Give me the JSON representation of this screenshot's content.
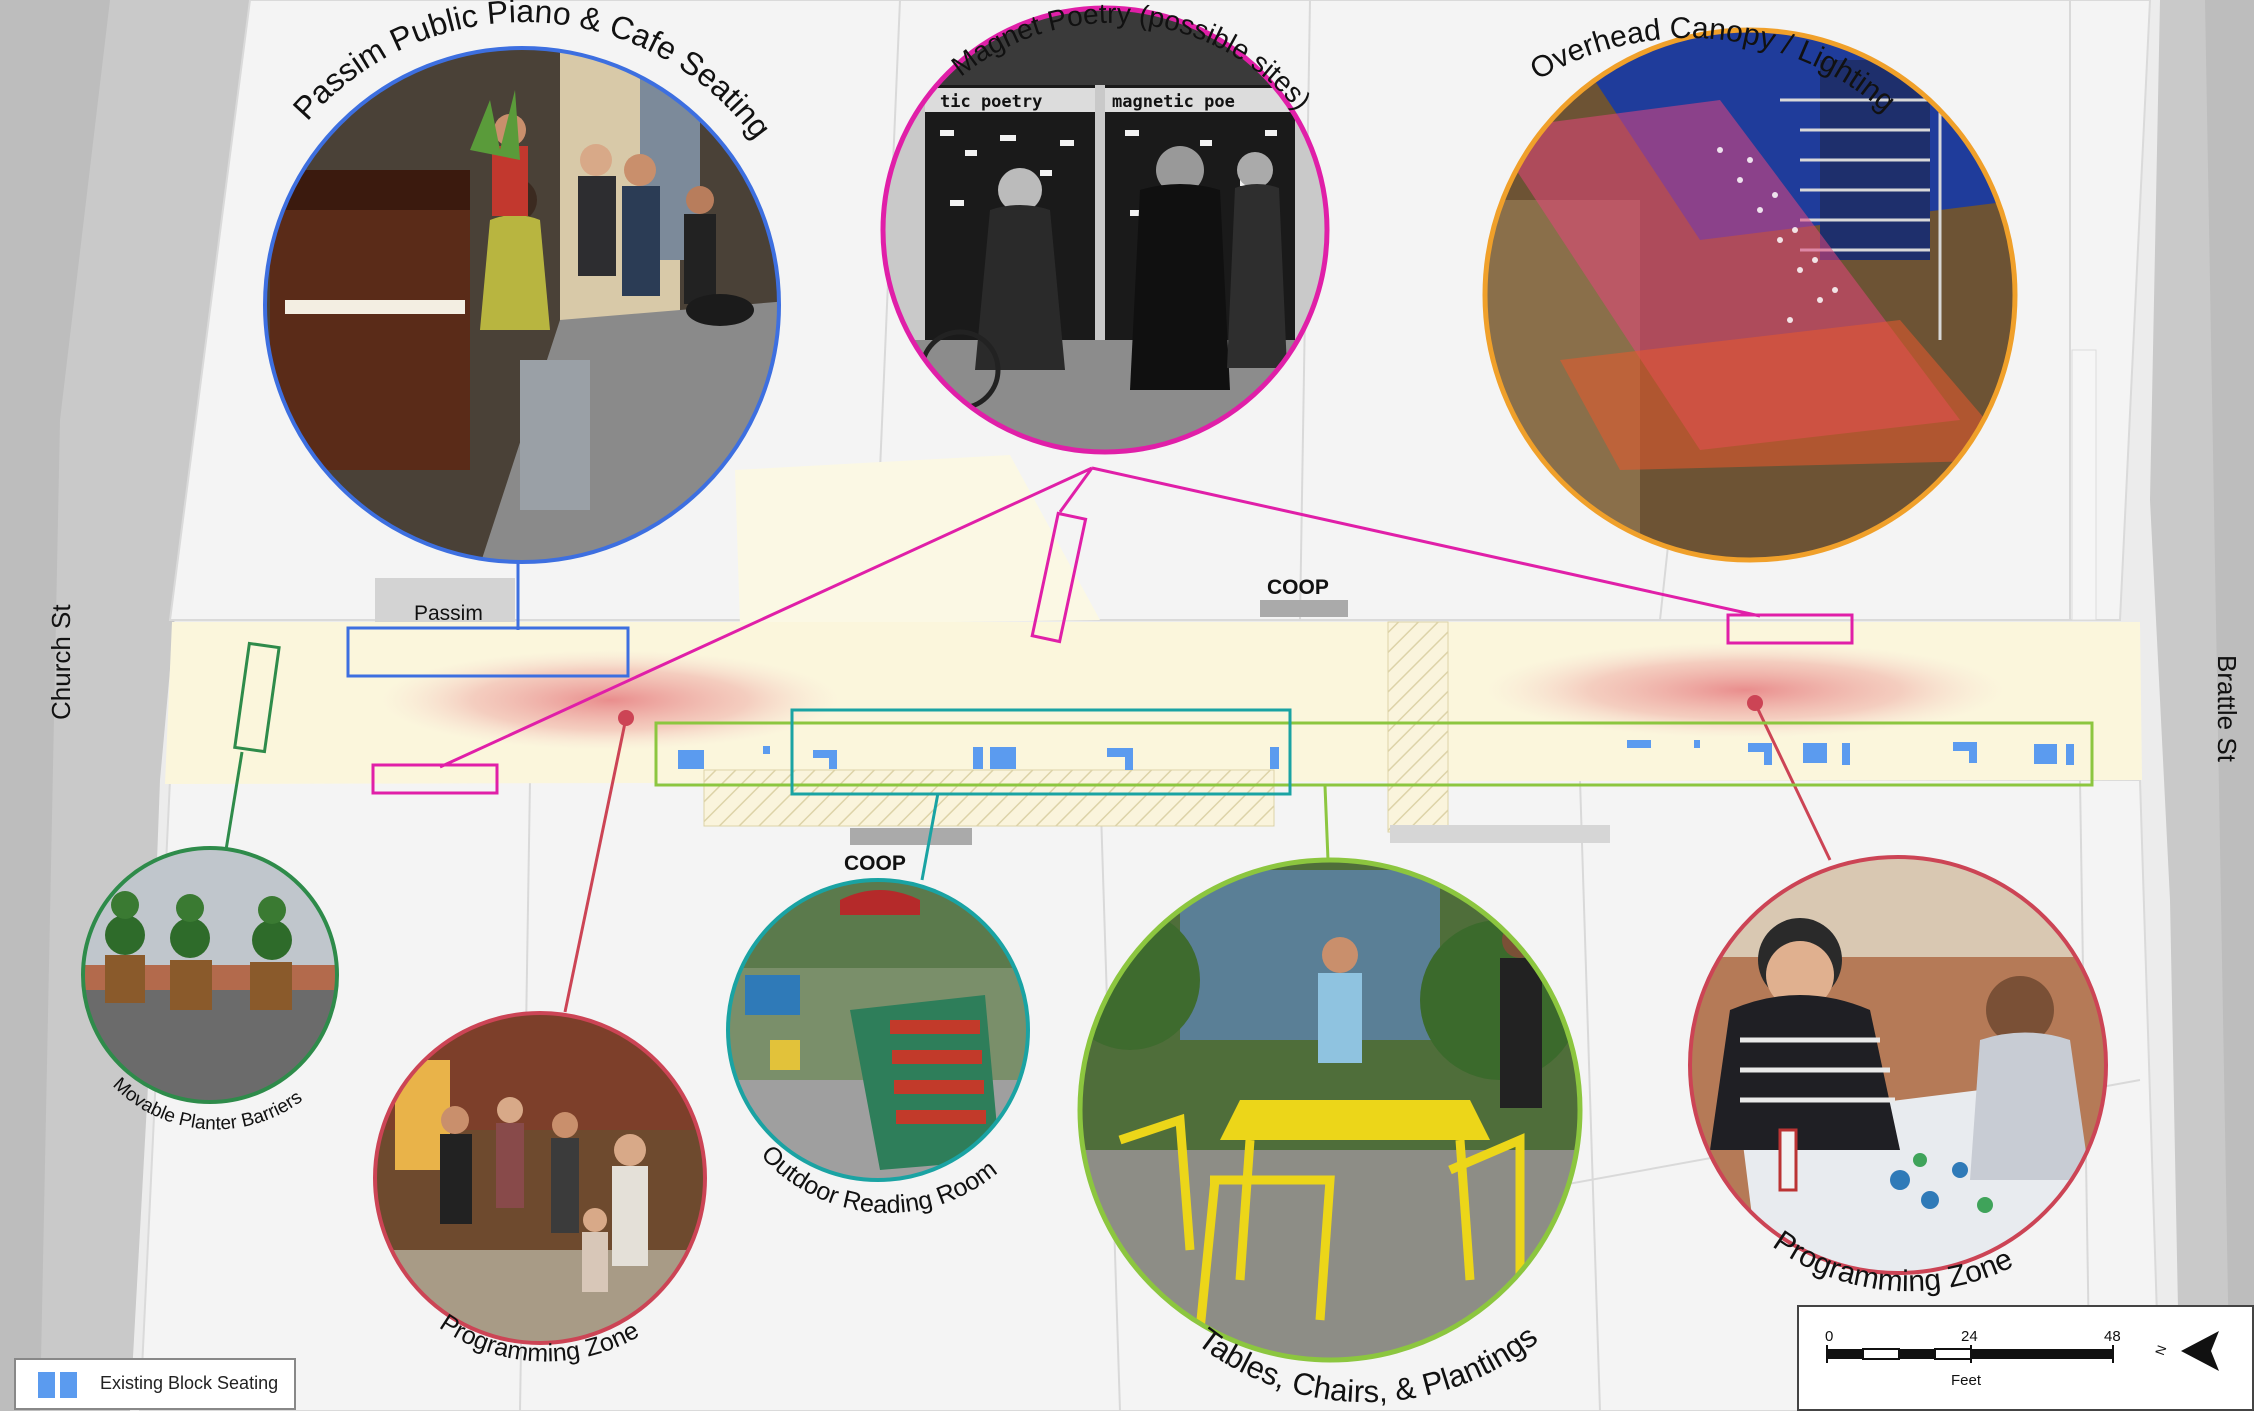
{
  "streets": {
    "left": "Church St",
    "right": "Brattle St"
  },
  "places": {
    "passim": "Passim",
    "coop_top": "COOP",
    "coop_bottom": "COOP"
  },
  "callouts": [
    {
      "id": "passim-piano",
      "title": "Passim Public Piano & Cafe Seating",
      "color": "#3d6fe0"
    },
    {
      "id": "magnet-poetry",
      "title": "Magnet Poetry (possible sites)",
      "color": "#e01fa8"
    },
    {
      "id": "overhead-canopy",
      "title": "Overhead Canopy / Lighting",
      "color": "#f0a02a"
    },
    {
      "id": "planter-barriers",
      "title": "Movable Planter Barriers",
      "color": "#2e8b4a"
    },
    {
      "id": "programming-zone-left",
      "title": "Programming Zone",
      "color": "#cc4455"
    },
    {
      "id": "reading-room",
      "title": "Outdoor Reading Room",
      "color": "#1aa3a3"
    },
    {
      "id": "tables-chairs",
      "title": "Tables, Chairs, & Plantings",
      "color": "#8cc63f"
    },
    {
      "id": "programming-zone-right",
      "title": "Programming Zone",
      "color": "#cc4455"
    }
  ],
  "photo_text": {
    "poetry_sign_1": "tic poetry",
    "poetry_sign_2": "magnetic poe"
  },
  "legend": {
    "label": "Existing Block Seating",
    "color": "#5b9bef"
  },
  "scale_bar": {
    "ticks": [
      "0",
      "24",
      "48"
    ],
    "unit": "Feet",
    "north": "N"
  }
}
